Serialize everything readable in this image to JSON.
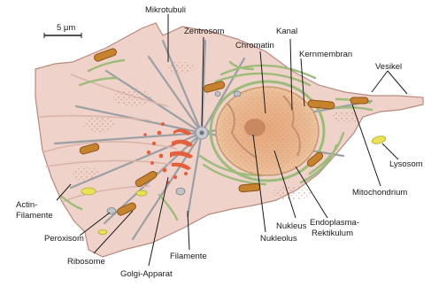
{
  "scale_bar": {
    "label": "5 μm"
  },
  "labels": {
    "mikrotubuli": "Mikrotubuli",
    "zentrosom": "Zentrosom",
    "kanal": "Kanal",
    "chromatin": "Chromatin",
    "kernmembran": "Kernmembran",
    "vesikel": "Vesikel",
    "lysosom": "Lysosom",
    "mitochondrium": "Mitochondrium",
    "endoplasma_1": "Endoplasma-",
    "endoplasma_2": "Rektikulum",
    "nukleus": "Nukleus",
    "nukleolus": "Nukleolus",
    "filamente": "Filamente",
    "golgi": "Golgi-Apparat",
    "ribosome": "Ribosome",
    "peroxisom": "Peroxisom",
    "actin_1": "Actin-",
    "actin_2": "Filamente"
  },
  "colors": {
    "cytoplasm": "#efd2c9",
    "cell_outline": "#b78a80",
    "nucleus": "#e8b48c",
    "nuclear_membrane": "#c89a6f",
    "er": "#9dbb7a",
    "mitochondrion": "#c7822d",
    "golgi": "#e2603d",
    "vesicle_yellow": "#e8e25a",
    "microtubule": "#9b9fa6"
  }
}
